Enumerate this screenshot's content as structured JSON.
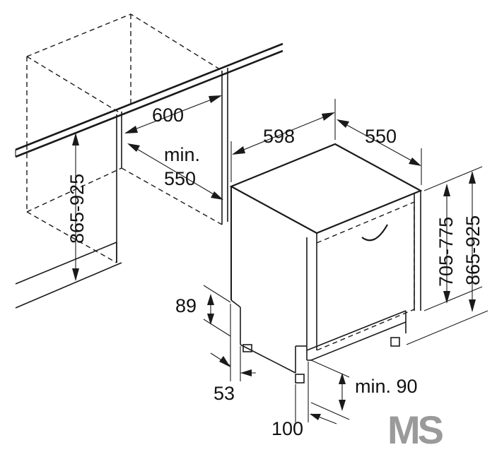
{
  "dimensions": {
    "niche_height": "865-925",
    "niche_depth": "600",
    "niche_width_label": "min.",
    "niche_width_value": "550",
    "appliance_width": "598",
    "appliance_depth": "550",
    "appliance_height": "705-775",
    "appliance_niche_height": "865-925",
    "plinth_height": "89",
    "plinth_offset": "53",
    "plinth_gap": "min. 90",
    "foot_depth": "100"
  },
  "watermark": {
    "text": "MS",
    "color": "#9a9a9a",
    "accent_color": "#d9d9d9"
  },
  "colors": {
    "line": "#1a1a1a",
    "background": "#ffffff"
  }
}
